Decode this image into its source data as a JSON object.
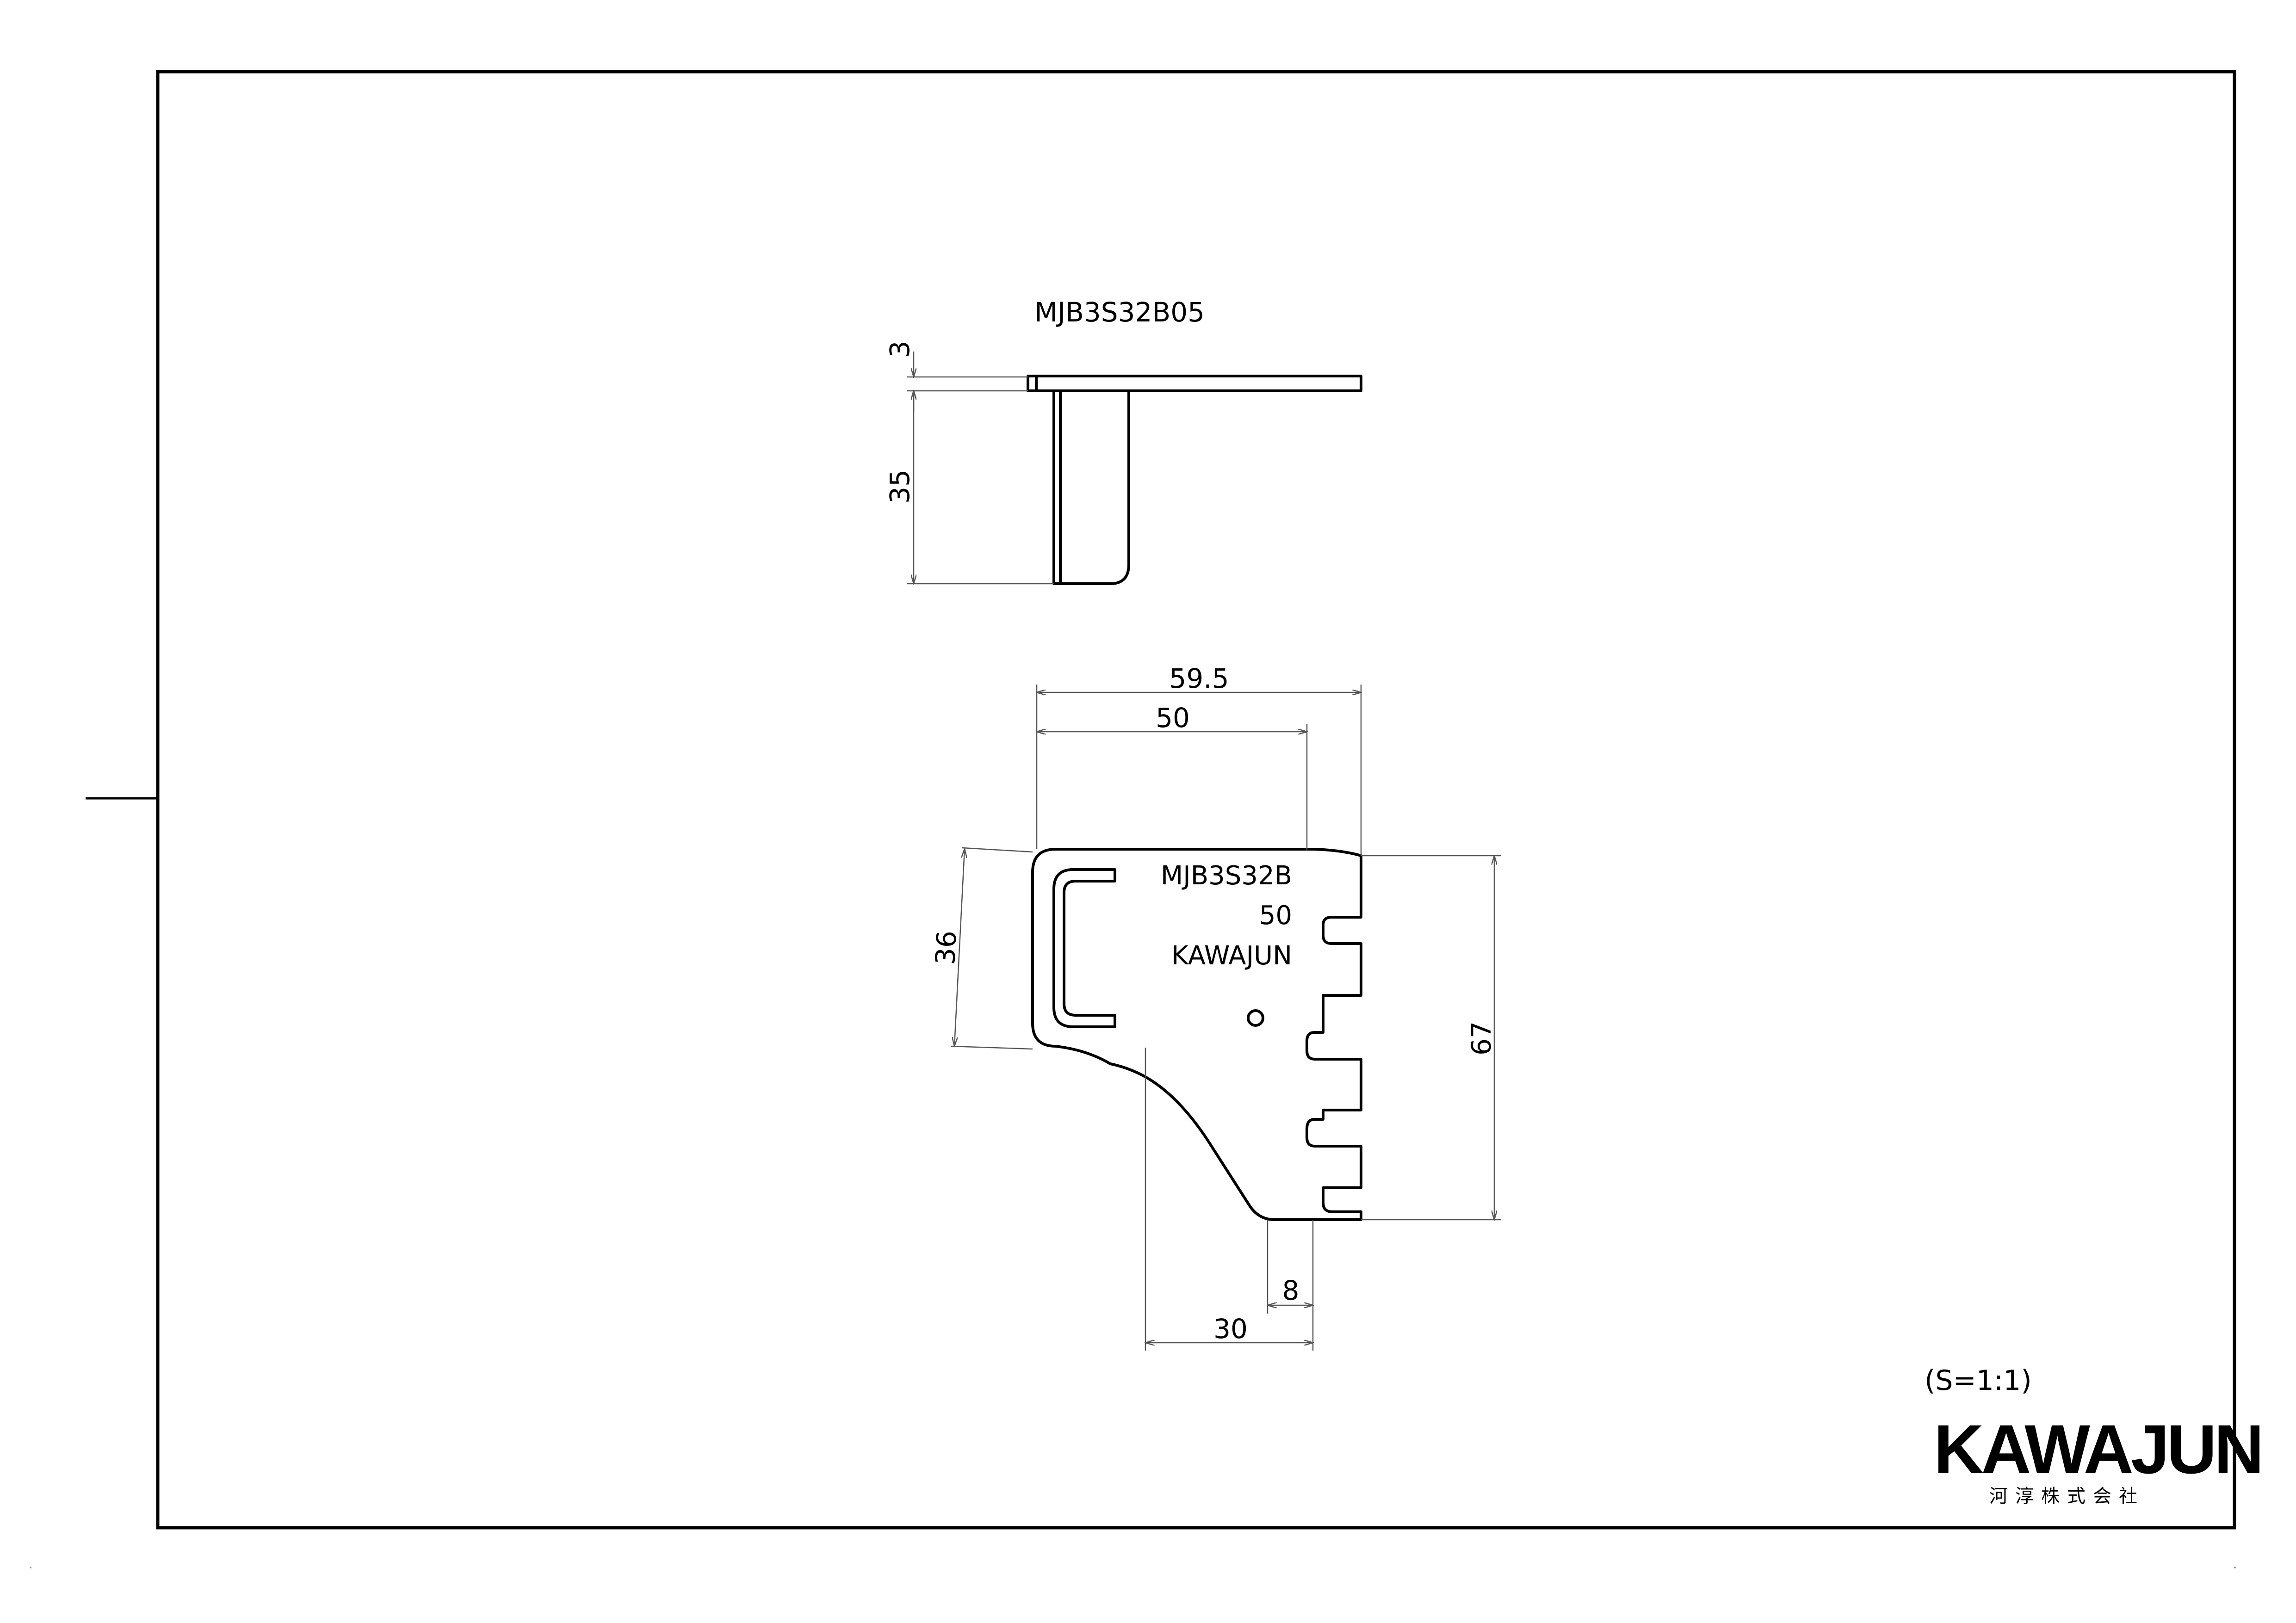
{
  "drawing": {
    "top_view_title": "MJB3S32B05",
    "scale": "(S=1:1)",
    "logo": {
      "name": "KAWAJUN",
      "company": "河淳株式会社"
    }
  },
  "top_view": {
    "dims": {
      "thickness": "3",
      "height": "35"
    }
  },
  "front_view": {
    "part_marking": {
      "line1": "MJB3S32B",
      "line2": "50",
      "line3": "KAWAJUN"
    },
    "dims": {
      "overall_width": "59.5",
      "width_50": "50",
      "height_36": "36",
      "height_67": "67",
      "bottom_8": "8",
      "bottom_30": "30"
    }
  }
}
